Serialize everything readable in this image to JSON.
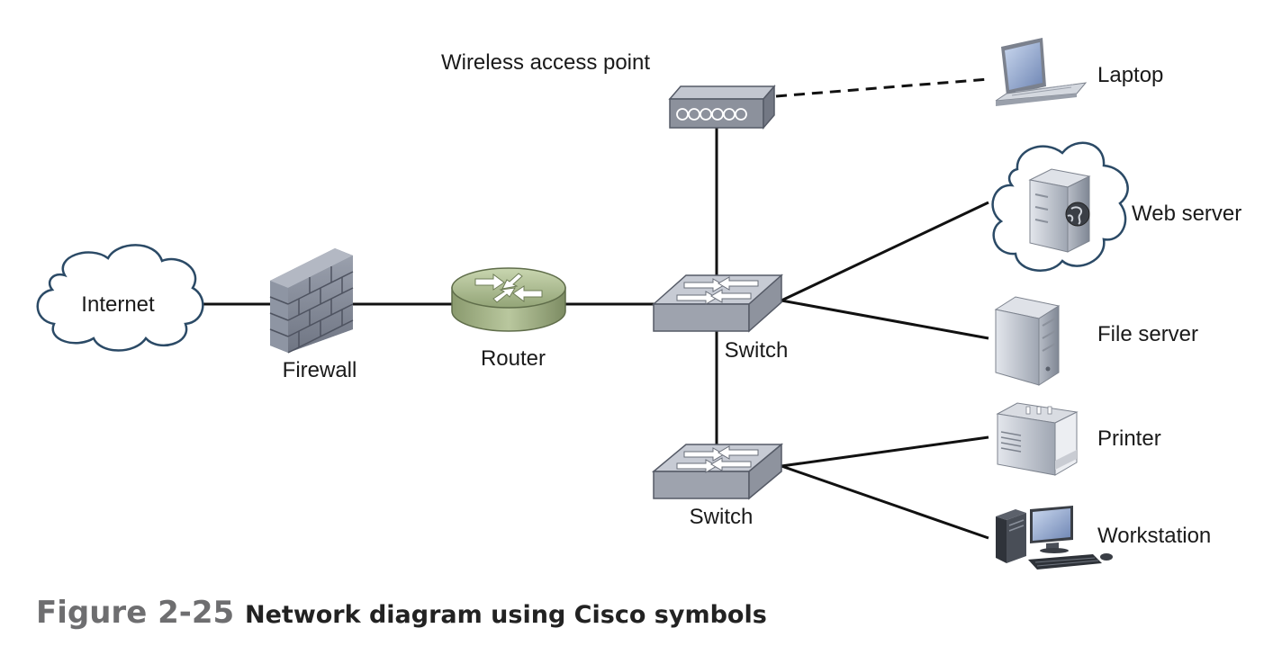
{
  "labels": {
    "internet": "Internet",
    "firewall": "Firewall",
    "router": "Router",
    "switch_top": "Switch",
    "switch_bottom": "Switch",
    "wireless_ap": "Wireless access point",
    "laptop": "Laptop",
    "web_server": "Web server",
    "file_server": "File server",
    "printer": "Printer",
    "workstation": "Workstation"
  },
  "caption": {
    "figure_number": "Figure 2-25",
    "title": "Network diagram using Cisco symbols"
  },
  "icons": {
    "internet": "cloud-icon",
    "firewall": "brick-wall-icon",
    "router": "cisco-router-icon",
    "switch": "cisco-switch-icon",
    "wireless_ap": "access-point-icon",
    "laptop": "laptop-icon",
    "web_server": "web-server-icon",
    "file_server": "server-icon",
    "printer": "printer-icon",
    "workstation": "desktop-computer-icon"
  },
  "colors": {
    "line": "#111111",
    "switch_top": "#c7cbd4",
    "switch_side": "#8e939e",
    "router_green": "#a9b98e",
    "caption_number": "#6e6e70",
    "cloud_stroke": "#2b4a66"
  }
}
